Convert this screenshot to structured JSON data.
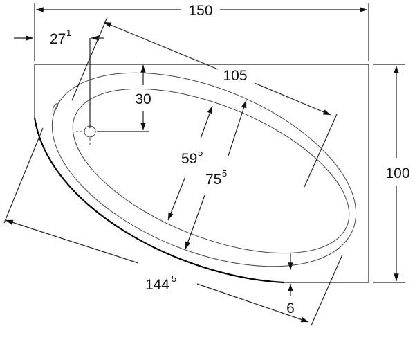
{
  "title": "Corner bathtub dimension drawing",
  "dimensions": {
    "overall_width": {
      "value": "150"
    },
    "drain_offset": {
      "value": "27",
      "sup": "1"
    },
    "rim_length": {
      "value": "105"
    },
    "drain_depth": {
      "value": "30"
    },
    "inner_width": {
      "value": "59",
      "sup": "5"
    },
    "rim_width": {
      "value": "75",
      "sup": "5"
    },
    "overall_depth": {
      "value": "100"
    },
    "front_length": {
      "value": "144",
      "sup": "5"
    },
    "front_gap": {
      "value": "6"
    }
  },
  "colors": {
    "line": "#222222",
    "background": "#ffffff"
  }
}
